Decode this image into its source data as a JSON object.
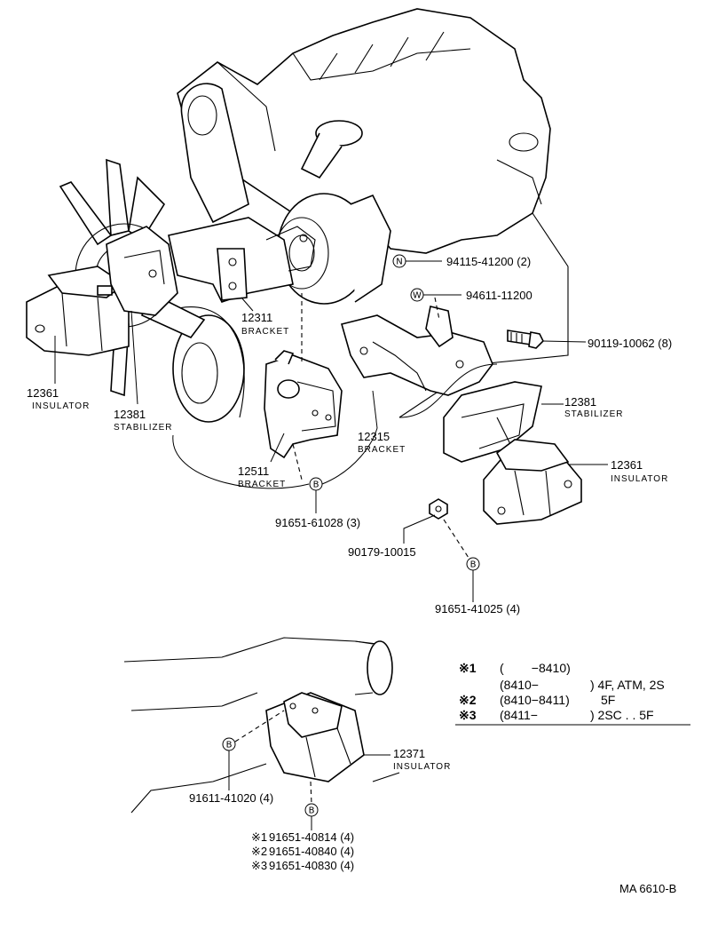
{
  "parts": {
    "p12361_left": {
      "number": "12361",
      "name": "INSULATOR"
    },
    "p12381_left": {
      "number": "12381",
      "name": "STABILIZER"
    },
    "p12311": {
      "number": "12311",
      "name": "BRACKET"
    },
    "p12511": {
      "number": "12511",
      "name": "BRACKET"
    },
    "p12315": {
      "number": "12315",
      "name": "BRACKET"
    },
    "p12381_right": {
      "number": "12381",
      "name": "STABILIZER"
    },
    "p12361_right": {
      "number": "12361",
      "name": "INSULATOR"
    },
    "p12371": {
      "number": "12371",
      "name": "INSULATOR"
    }
  },
  "fasteners": {
    "nut_94115": {
      "mark": "N",
      "label": "94115-41200 (2)"
    },
    "washer_94611": {
      "mark": "W",
      "label": "94611-11200"
    },
    "bolt_90119": {
      "label": "90119-10062 (8)"
    },
    "bolt_91651_61028": {
      "mark": "B",
      "label": "91651-61028 (3)"
    },
    "nut_90179": {
      "label": "90179-10015"
    },
    "bolt_91651_41025": {
      "mark": "B",
      "label": "91651-41025 (4)"
    },
    "bolt_91611_41020": {
      "mark": "B",
      "label": "91611-41020 (4)"
    },
    "bolt_rear": {
      "mark": "B"
    }
  },
  "variant_bolts": [
    {
      "marker": "※1",
      "label": "91651-40814 (4)"
    },
    {
      "marker": "※2",
      "label": "91651-40840 (4)"
    },
    {
      "marker": "※3",
      "label": "91651-40830 (4)"
    }
  ],
  "legend": [
    {
      "marker": "※1",
      "range": "(        −8410)",
      "applies": ""
    },
    {
      "marker": "",
      "range": "(8410−      ",
      "applies": ") 4F, ATM, 2S"
    },
    {
      "marker": "※2",
      "range": "(8410−8411)",
      "applies": "5F"
    },
    {
      "marker": "※3",
      "range": "(8411−",
      "applies": ") 2SC . . 5F"
    }
  ],
  "drawing_id": "MA 6610-B"
}
